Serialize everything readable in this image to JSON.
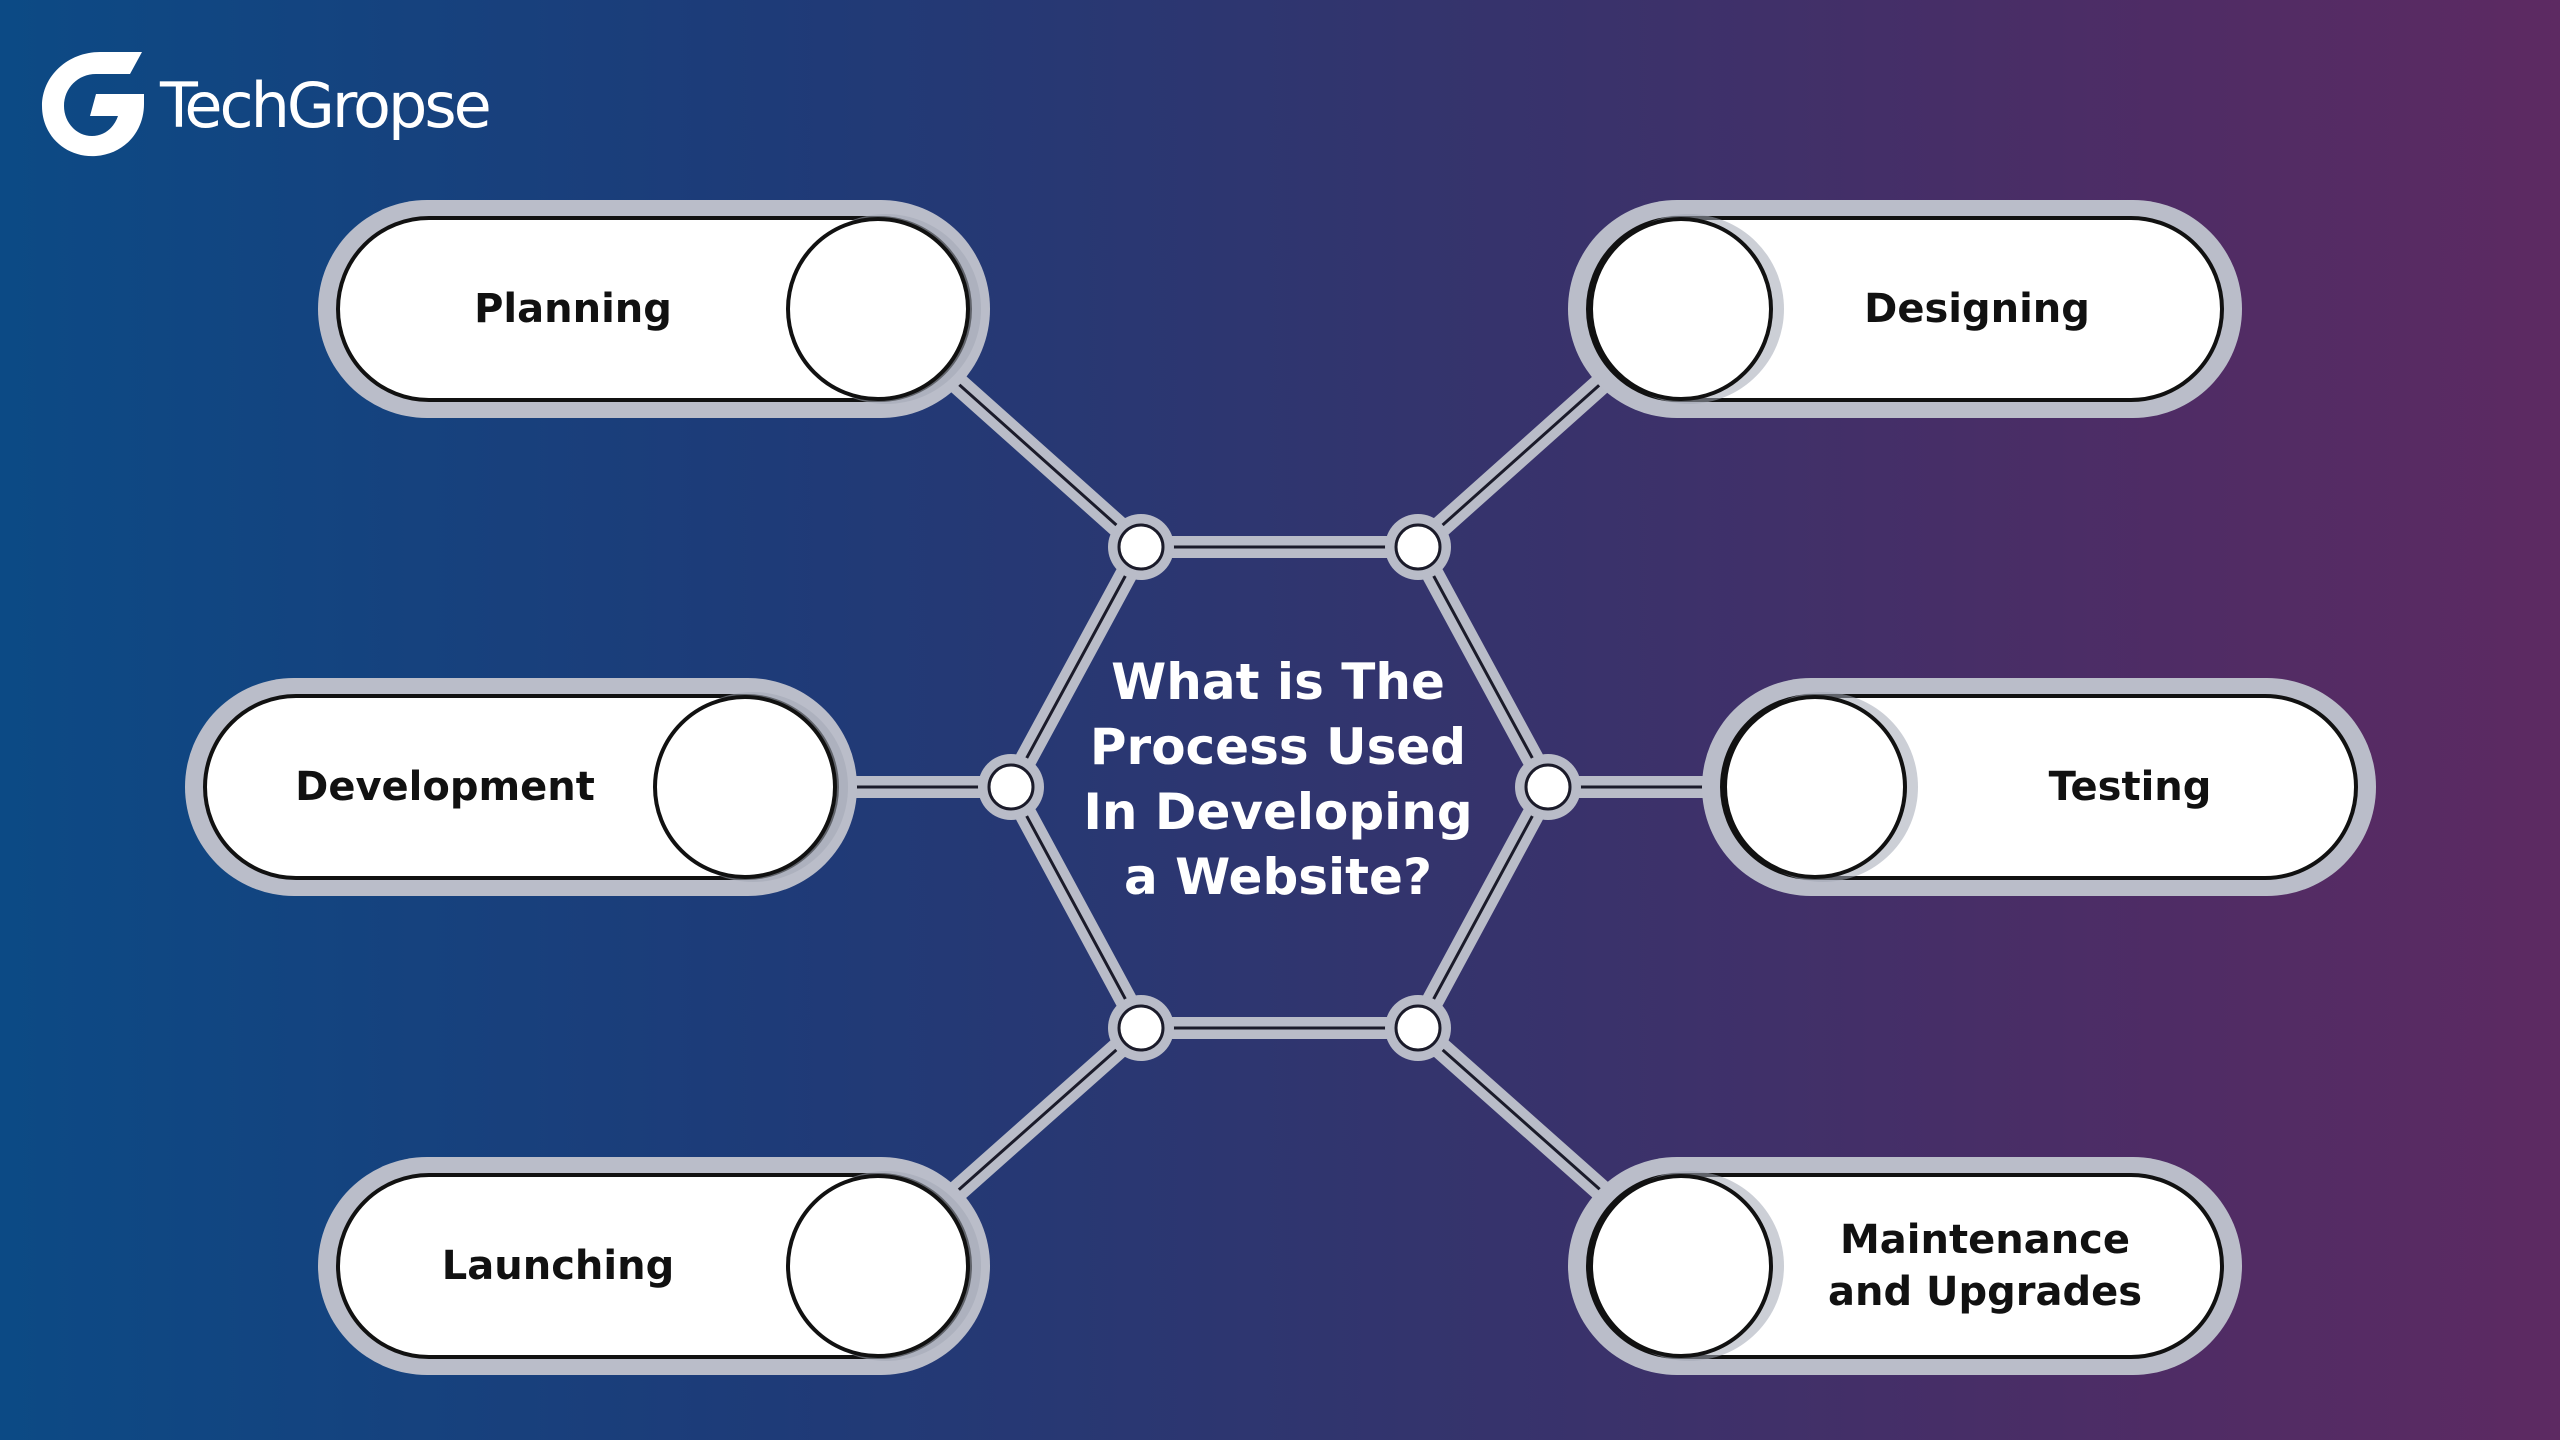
{
  "brand": {
    "name": "TechGropse",
    "mark_icon": "g-logo-icon"
  },
  "center_title": "What is The Process Used In Developing a Website?",
  "steps": [
    {
      "label": "Planning"
    },
    {
      "label": "Designing"
    },
    {
      "label": "Development"
    },
    {
      "label": "Testing"
    },
    {
      "label": "Launching"
    },
    {
      "label": "Maintenance and Upgrades"
    }
  ],
  "colors": {
    "background_start": "#0c4a85",
    "background_end": "#5d2a62",
    "connector": "#b9bcc8",
    "pill_fill": "#ffffff",
    "text_dark": "#111111",
    "text_light": "#ffffff"
  }
}
